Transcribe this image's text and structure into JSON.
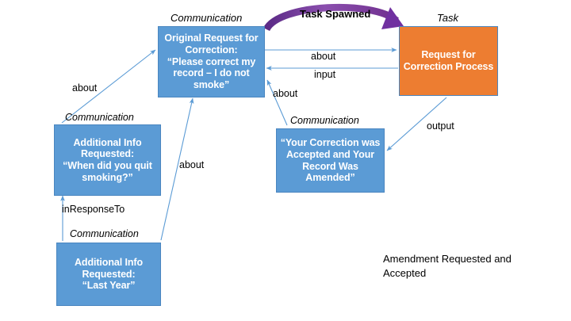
{
  "diagram": {
    "title": "Amendment Requested and Accepted",
    "colors": {
      "communication_fill": "#5b9bd5",
      "task_fill": "#ed7d31",
      "node_border": "#4a86c0",
      "edge_stroke": "#5b9bd5",
      "arc_start": "#6f2f8e",
      "arc_end": "#7030a0",
      "text_on_node": "#ffffff",
      "label_text": "#000000",
      "background": "#ffffff"
    },
    "nodes": [
      {
        "id": "original-request",
        "stereotype": "Communication",
        "label": "Original Request for\nCorrection:\n“Please correct my\nrecord – I do not\nsmoke”",
        "kind": "communication"
      },
      {
        "id": "additional-info-when",
        "stereotype": "Communication",
        "label": "Additional Info\nRequested:\n“When did you quit\nsmoking?”",
        "kind": "communication"
      },
      {
        "id": "additional-info-last-year",
        "stereotype": "Communication",
        "label": "Additional Info\nRequested:\n“Last Year”",
        "kind": "communication"
      },
      {
        "id": "correction-accepted",
        "stereotype": "Communication",
        "label": "“Your Correction was\nAccepted and Your\nRecord Was\nAmended”",
        "kind": "communication"
      },
      {
        "id": "request-for-correction-process",
        "stereotype": "Task",
        "label": "Request for\nCorrection Process",
        "kind": "task"
      }
    ],
    "edges": [
      {
        "id": "edge-about-left",
        "label": "about",
        "from": "additional-info-when",
        "to": "original-request"
      },
      {
        "id": "edge-inresponseto",
        "label": "inResponseTo",
        "from": "additional-info-last-year",
        "to": "additional-info-when"
      },
      {
        "id": "edge-about-bottom",
        "label": "about",
        "from": "additional-info-last-year",
        "to": "original-request"
      },
      {
        "id": "edge-about-task",
        "label": "about",
        "from": "original-request",
        "to": "request-for-correction-process"
      },
      {
        "id": "edge-input",
        "label": "input",
        "from": "request-for-correction-process",
        "to": "original-request"
      },
      {
        "id": "edge-about-accepted",
        "label": "about",
        "from": "correction-accepted",
        "to": "original-request"
      },
      {
        "id": "edge-output",
        "label": "output",
        "from": "request-for-correction-process",
        "to": "correction-accepted"
      }
    ],
    "arc": {
      "id": "task-spawned-arc",
      "label": "Task Spawned",
      "from": "original-request",
      "to": "request-for-correction-process"
    },
    "caption": "Amendment Requested and\nAccepted"
  }
}
